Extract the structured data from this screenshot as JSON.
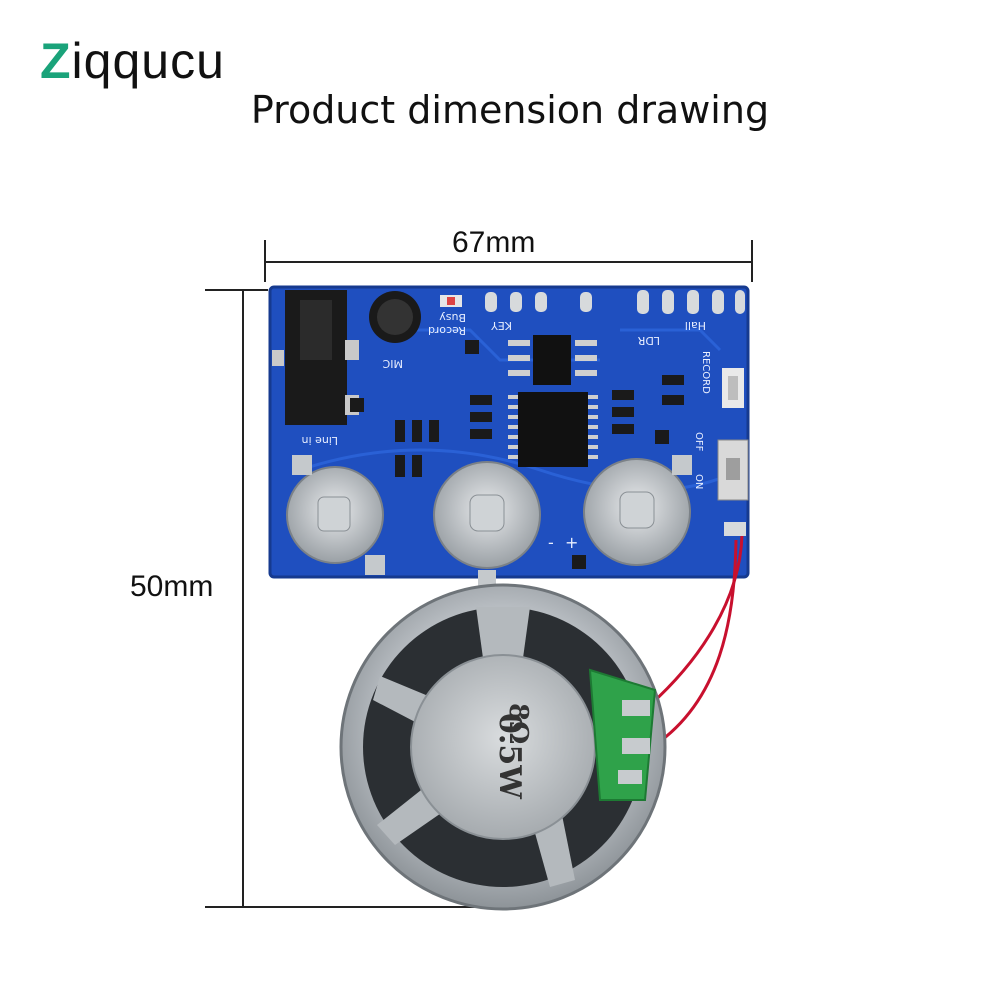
{
  "brand": {
    "prefix": "Z",
    "rest": "iqqucu"
  },
  "title": "Product dimension drawing",
  "dimensions": {
    "width": "67mm",
    "height": "50mm"
  },
  "pcb_labels": {
    "line_in": "Line in",
    "mic": "MIC",
    "record": "Record",
    "busy": "Busy",
    "key": "KEY",
    "ldr": "LDR",
    "hall": "Hall",
    "record_btn": "RECORD",
    "off": "OFF",
    "on": "ON",
    "minus": "-",
    "plus": "+"
  },
  "speaker_labels": {
    "impedance": "8Ω",
    "power": "0.5W"
  },
  "colors": {
    "pcb": "#1f4fbf",
    "logo_accent": "#1aa37a"
  }
}
